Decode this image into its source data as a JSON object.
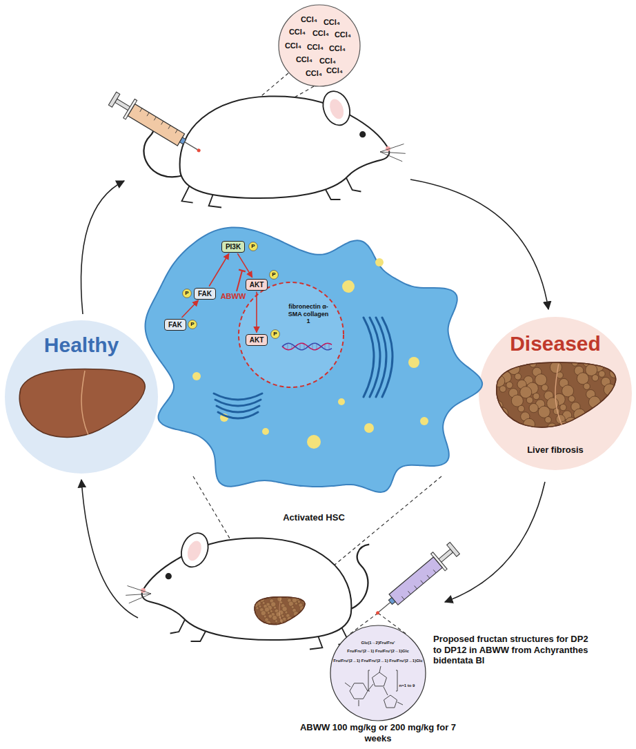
{
  "diagram": {
    "nodes": [
      {
        "text": [
          "CCl₄",
          "CCl₄",
          "CCl₄",
          "CCl₄",
          "CCl₄",
          "CCl₄",
          "CCl₄",
          "CCl₄",
          "CCl₄",
          "CCl₄",
          "CCl₄",
          "CCl₄"
        ]
      },
      {
        "text": [
          "Healthy"
        ]
      },
      {
        "text": [
          "Diseased",
          "Liver fibrosis"
        ]
      },
      {
        "text": [
          "Activated HSC"
        ]
      },
      {
        "text": [
          "FAK"
        ],
        "in": 3
      },
      {
        "text": [
          "P"
        ],
        "in": 3
      },
      {
        "text": [
          "FAK"
        ],
        "in": 3
      },
      {
        "text": [
          "P"
        ],
        "in": 3
      },
      {
        "text": [
          "PI3K"
        ],
        "in": 3
      },
      {
        "text": [
          "P"
        ],
        "in": 3
      },
      {
        "text": [
          "AKT"
        ],
        "in": 3
      },
      {
        "text": [
          "P"
        ],
        "in": 3
      },
      {
        "text": [
          "AKT"
        ],
        "in": 3
      },
      {
        "text": [
          "P"
        ],
        "in": 3
      },
      {
        "text": [
          "Glc(1→2)Fru/Fru'",
          "Fru/Fru'(2→1) Fru/Fru'(2→1)Glc",
          "Fru/Fru'(2→1) Fru/Fru'(2→1) Fru/Fru'(2→1)Glc",
          "n=1 to 9"
        ]
      }
    ],
    "edges": [
      {
        "from": 4,
        "to": 6,
        "arrow": "to"
      },
      {
        "from": 6,
        "to": 8,
        "arrow": "to"
      },
      {
        "from": 8,
        "to": 10,
        "arrow": "to"
      },
      {
        "from": 10,
        "to": 12,
        "arrow": "to"
      }
    ],
    "labels": [
      "ABWW",
      "fibronectin α-SMA collagen 1",
      "Proposed fructan structures for DP2 to DP12 in ABWW from Achyranthes bidentata Bl",
      "ABWW 100 mg/kg or 200 mg/kg for 7 weeks"
    ]
  }
}
